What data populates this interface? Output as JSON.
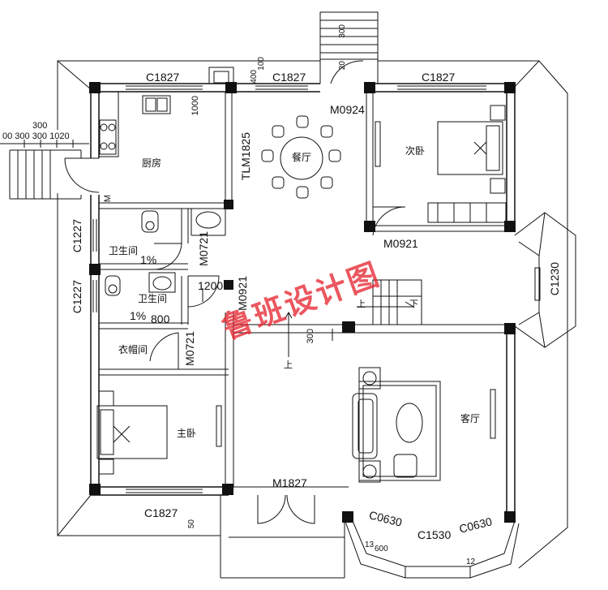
{
  "rooms": {
    "kitchen": "厨房",
    "dining": "餐厅",
    "second_bedroom": "次卧",
    "bathroom_1": "卫生间",
    "bathroom_2": "卫生间",
    "closet": "衣帽间",
    "master_bedroom": "主卧",
    "living_room": "客厅"
  },
  "windows": {
    "top_left": "C1827",
    "top_mid": "C1827",
    "top_right": "C1827",
    "left_bath_1": "C1227",
    "left_bath_2": "C1227",
    "bottom_left": "C1827",
    "bay_side": "C1230",
    "bay_front_left": "C0630",
    "bay_front_mid": "C1530",
    "bay_front_right": "C0630"
  },
  "doors": {
    "dining_bedroom": "M0924",
    "bedroom": "M0921",
    "bath_1": "M0721",
    "bath_2": "M0921",
    "closet": "M0721",
    "entrance": "M1827",
    "sliding": "TLM1825",
    "kitchen_side": "M"
  },
  "dimensions": {
    "stair_300": "300",
    "stair_row": "00  300    300   1020",
    "kitchen_1000": "1000",
    "top_400": "400",
    "top_100": "100",
    "rear_stair_300": "300",
    "rear_stair_20": "20",
    "corridor_1200": "1200",
    "bath_800": "800",
    "stair_300_b": "300",
    "bottom_50": "50",
    "bay_13": "13",
    "bay_600": "600",
    "bay_12": "12"
  },
  "slopes": {
    "bath_1": "1%",
    "bath_2": "1%"
  },
  "stairs": {
    "up_1": "上",
    "up_2": "上",
    "down": "下"
  },
  "watermark": "鲁班设计图"
}
